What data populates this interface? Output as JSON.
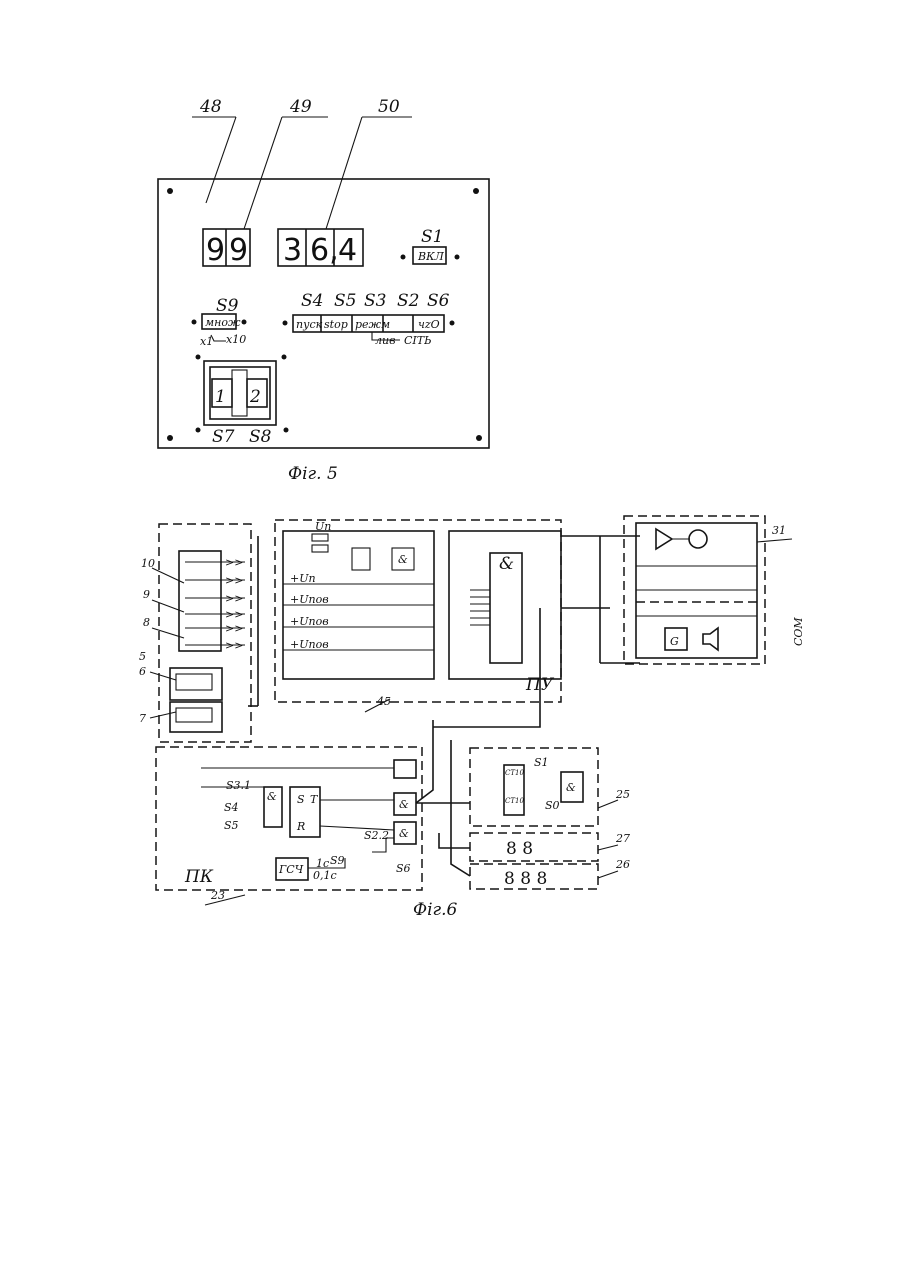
{
  "fig5": {
    "caption": "Фіг. 5",
    "refs": {
      "panel": "48",
      "display_a": "49",
      "display_b": "50"
    },
    "display_a_digits": [
      "9",
      "9"
    ],
    "display_b_digits": [
      "3",
      "6,",
      "4"
    ],
    "s1": {
      "label": "S1",
      "button": "ВКЛ"
    },
    "s9": {
      "label": "S9",
      "button": "множ",
      "x1": "х1",
      "x10": "х10"
    },
    "switch_labels": [
      "S4",
      "S5",
      "S3",
      "S2",
      "S6"
    ],
    "switch_buttons": [
      "пуск",
      "stop",
      "режм",
      "",
      "чzO"
    ],
    "row_under": {
      "left": "лив",
      "right": "СІТЬ"
    },
    "thumbwheel_digits": [
      "1",
      "2"
    ],
    "s7": "S7",
    "s8": "S8"
  },
  "fig6": {
    "caption": "Фіг.6",
    "refs": {
      "r10": "10",
      "r9": "9",
      "r8": "8",
      "r5": "5",
      "r6": "6",
      "r7": "7",
      "r45": "45",
      "r31": "31",
      "r23": "23",
      "r25": "25",
      "r27": "27",
      "r26": "26"
    },
    "blocks": {
      "pu": "ПУ",
      "pk": "ПК",
      "gsch": "ГСЧ",
      "g": "G",
      "and": "&",
      "sec1": "1с",
      "sec01": "0,1с"
    },
    "supply_labels": [
      "Uп",
      "+Uп",
      "+Uпов",
      "+Uпов",
      "+Uпов"
    ],
    "switch_refs": [
      "S3.1",
      "S4",
      "S5",
      "S9",
      "S2.2",
      "S6",
      "S1",
      "S0"
    ],
    "trigger": {
      "s": "S",
      "t": "T",
      "r": "R"
    },
    "counter": [
      "СТ10",
      "СТ10"
    ],
    "display27": "8 8",
    "display26": "8 8 8",
    "side_label": "СОМ"
  }
}
